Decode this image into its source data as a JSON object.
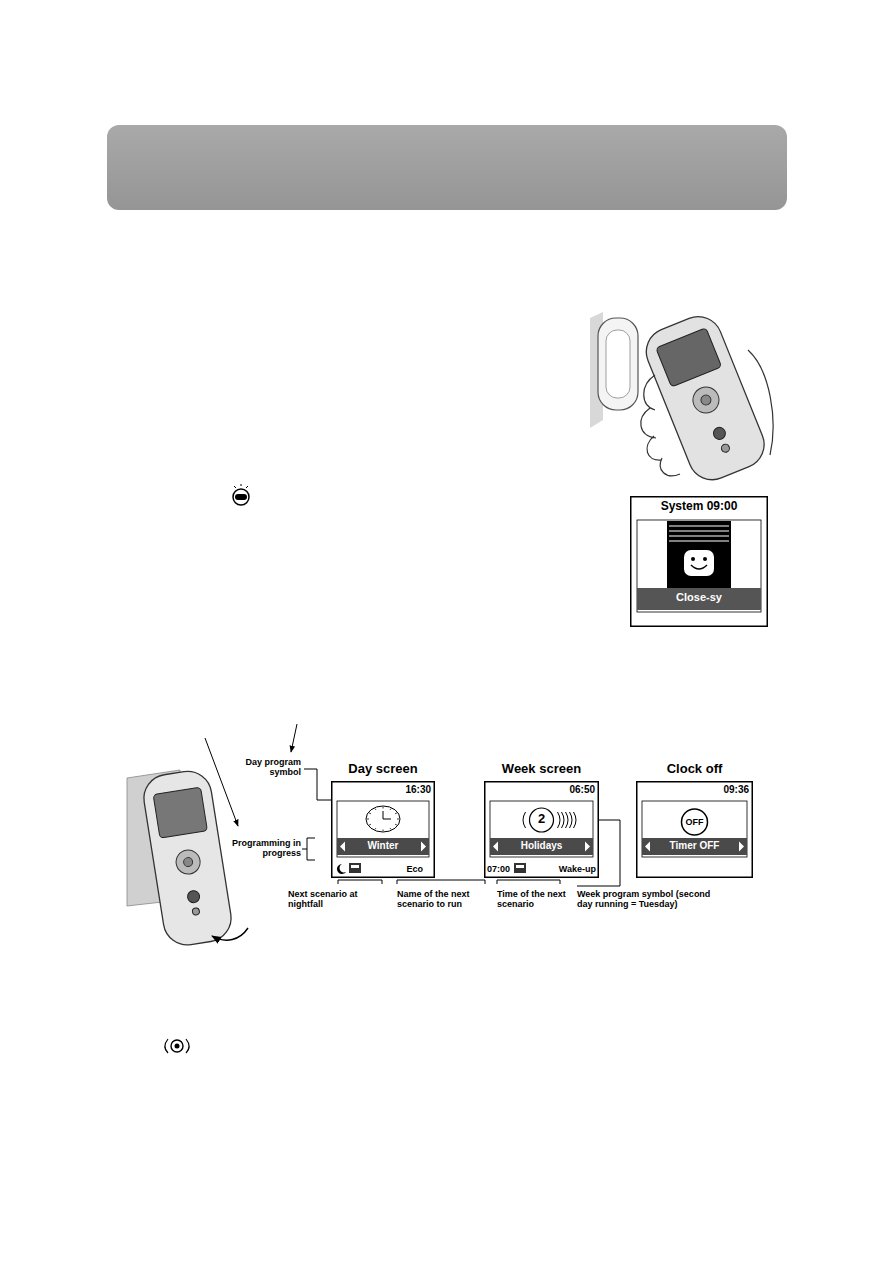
{
  "diagram": {
    "nodes": [
      {
        "text": [
          "System 09:00",
          "Close-sy"
        ]
      },
      {
        "text": [
          "Day screen",
          "16:30",
          "Winter",
          "Eco"
        ]
      },
      {
        "text": [
          "Week screen",
          "06:50",
          "2",
          "Holidays",
          "07:00",
          "Wake-up"
        ]
      },
      {
        "text": [
          "Clock off",
          "09:36",
          "OFF",
          "Timer OFF"
        ]
      }
    ],
    "labels": [
      "Day program symbol",
      "Programming in progress",
      "Next scenario at nightfall",
      "Name of the next scenario to run",
      "Time of the next scenario",
      "Week program symbol (second day running = Tuesday)"
    ]
  }
}
